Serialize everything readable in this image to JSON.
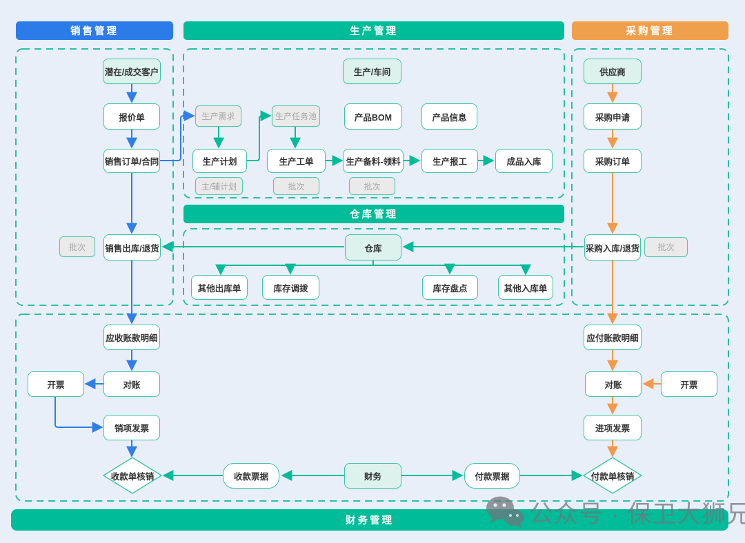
{
  "headers": {
    "sales": "销售管理",
    "production": "生产管理",
    "purchase": "采购管理",
    "warehouse": "仓库管理",
    "finance": "财务管理"
  },
  "colors": {
    "sales_accent": "#2b7ce9",
    "main_accent": "#00bc98",
    "purchase_accent": "#f0a04c",
    "dashed_border": "#28c1a2",
    "node_border": "#3dc7a5",
    "light_node_fill": "#def2ed",
    "gray_node_fill": "#eaeaea",
    "gray_text": "#a6a6a6",
    "background": "#e9eff8"
  },
  "nodes": {
    "sales": {
      "customer": "潜在/成交客户",
      "quote": "报价单",
      "order": "销售订单/合同",
      "batch": "批次",
      "outbound": "销售出库/退货",
      "receivable": "应收账款明细",
      "reconcile": "对账",
      "invoice": "开票",
      "sales_invoice": "销项发票",
      "receipt_writeoff": "收款单核销"
    },
    "production": {
      "workshop": "生产/车间",
      "demand": "生产需求",
      "task_pool": "生产任务池",
      "bom": "产品BOM",
      "product_info": "产品信息",
      "plan": "生产计划",
      "plan_sub": "主/辅计划",
      "work_order": "生产工单",
      "work_order_batch": "批次",
      "material": "生产备料-领料",
      "material_batch": "批次",
      "report": "生产报工",
      "finished_in": "成品入库"
    },
    "warehouse": {
      "warehouse": "仓库",
      "other_out": "其他出库单",
      "transfer": "库存调拨",
      "stocktake": "库存盘点",
      "other_in": "其他入库单"
    },
    "purchase": {
      "supplier": "供应商",
      "request": "采购申请",
      "order": "采购订单",
      "inbound": "采购入库/退货",
      "batch": "批次",
      "payable": "应付账款明细",
      "reconcile": "对账",
      "invoice": "开票",
      "input_invoice": "进项发票",
      "payment_writeoff": "付款单核销"
    },
    "finance": {
      "receipt_note": "收款票据",
      "finance": "财务",
      "payment_note": "付款票据"
    }
  },
  "watermark": {
    "text": "公众号 · 保卫大狮兄"
  }
}
